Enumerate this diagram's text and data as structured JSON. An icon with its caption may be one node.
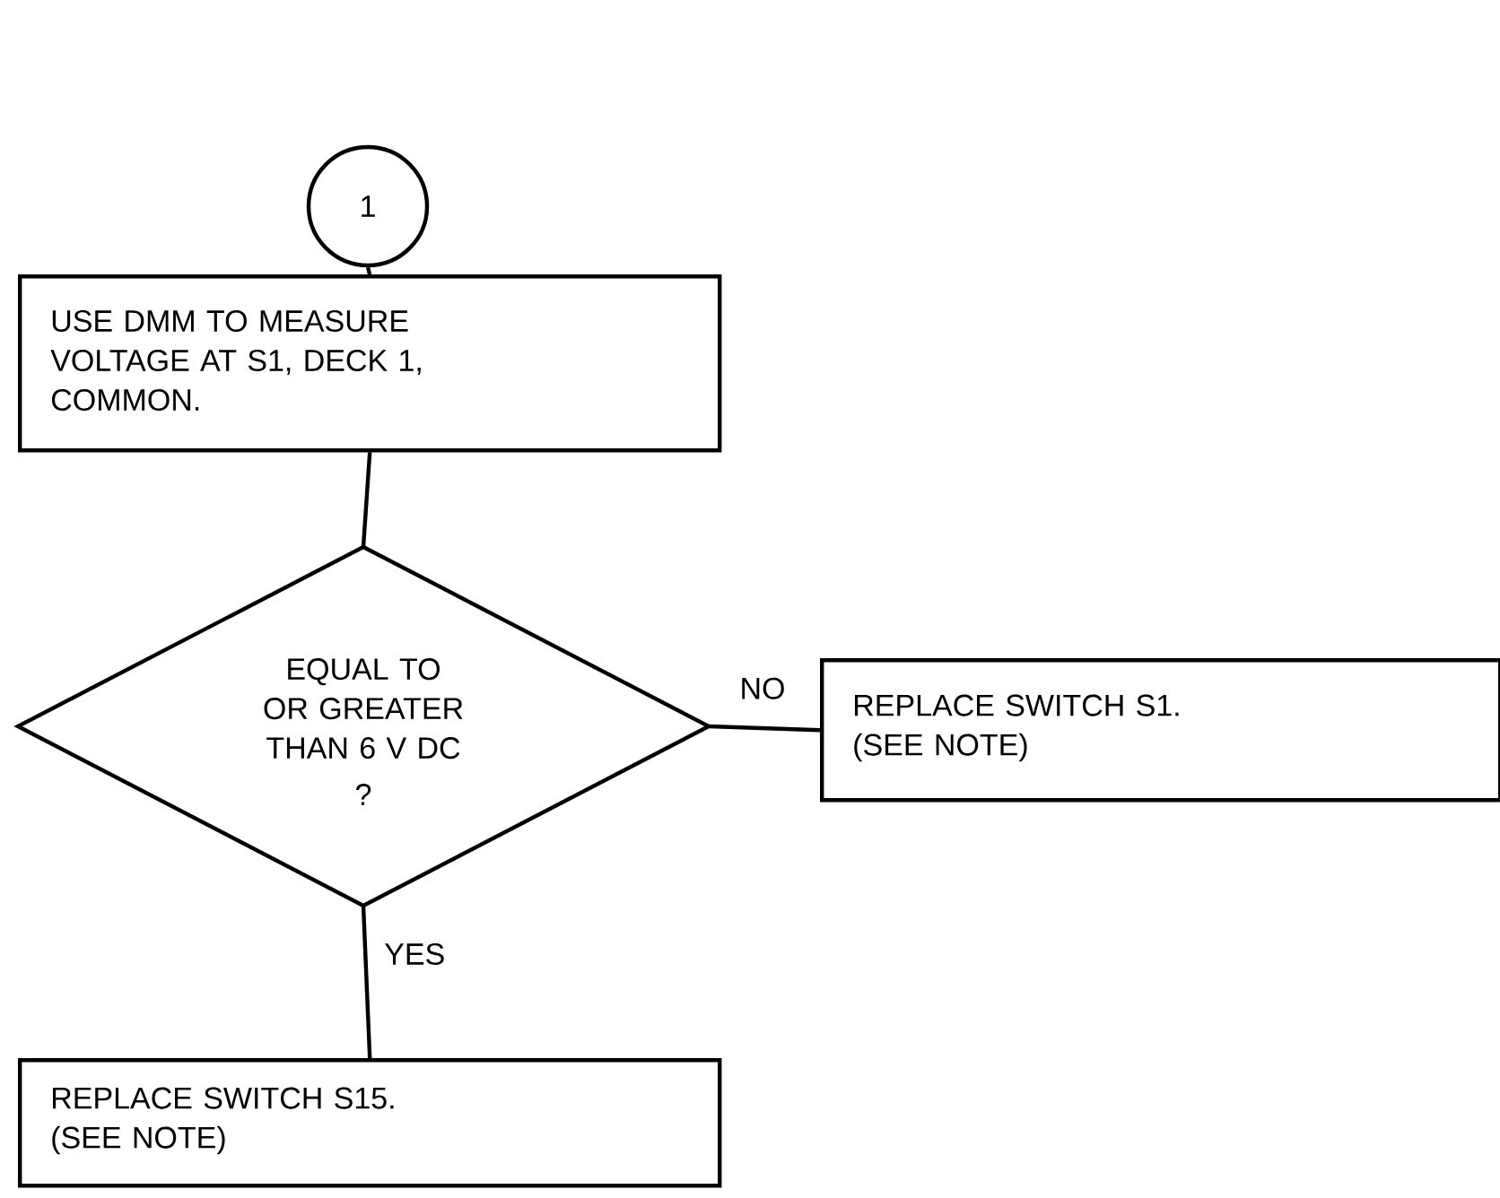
{
  "diagram": {
    "nodes": [
      {
        "text": [
          "1"
        ]
      },
      {
        "text": [
          "USE DMM TO MEASURE VOLTAGE AT S1, DECK 1, COMMON."
        ]
      },
      {
        "text": [
          "EQUAL TO OR GREATER THAN 6 V DC",
          "?"
        ]
      },
      {
        "text": [
          "REPLACE SWITCH S1. (SEE NOTE)"
        ]
      },
      {
        "text": [
          "REPLACE SWITCH S15. (SEE NOTE)"
        ]
      }
    ],
    "edges": [
      {
        "from": 0,
        "to": 1,
        "arrow": "none"
      },
      {
        "from": 1,
        "to": 2,
        "arrow": "none"
      },
      {
        "from": 2,
        "to": 3,
        "arrow": "none",
        "label": "NO"
      },
      {
        "from": 2,
        "to": 4,
        "arrow": "none",
        "label": "YES"
      }
    ]
  }
}
